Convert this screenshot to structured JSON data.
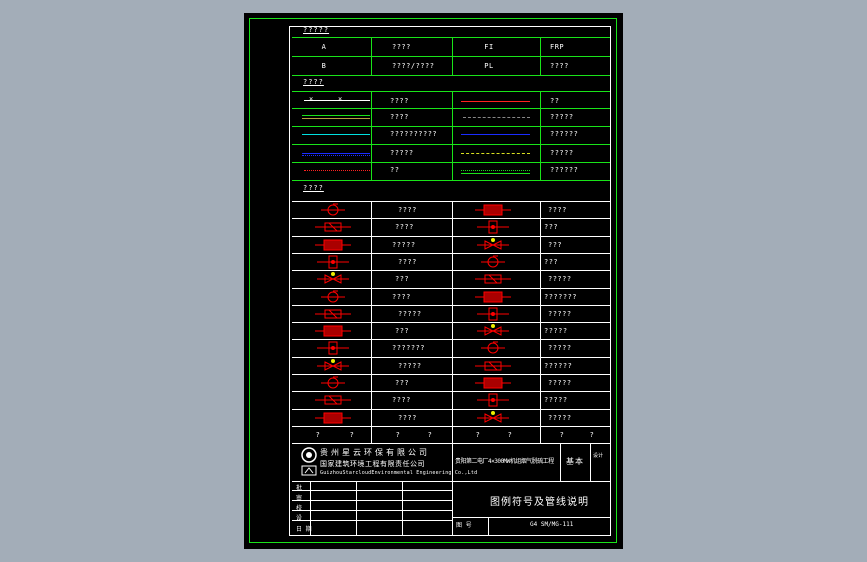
{
  "section_titles": {
    "abbr": "?????",
    "pipes": "????",
    "symbols": "????"
  },
  "abbr_rows": [
    {
      "c1": "A",
      "c2": "????",
      "c3": "FI",
      "c4": "FRP"
    },
    {
      "c1": "B",
      "c2": "????/????",
      "c3": "PL",
      "c4": "????"
    }
  ],
  "pipe_rows": [
    {
      "left": "????",
      "right": "??"
    },
    {
      "left": "????",
      "right": "?????"
    },
    {
      "left": "??????????",
      "right": "??????"
    },
    {
      "left": "?????",
      "right": "?????"
    },
    {
      "left": "??",
      "right": "??????"
    }
  ],
  "symbol_rows": [
    {
      "left": "????",
      "right": "????"
    },
    {
      "left": "????",
      "right": "???"
    },
    {
      "left": "?????",
      "right": "???"
    },
    {
      "left": "????",
      "right": "???"
    },
    {
      "left": "???",
      "right": "?????"
    },
    {
      "left": "????",
      "right": "???????"
    },
    {
      "left": "?????",
      "right": "?????"
    },
    {
      "left": "???",
      "right": "?????"
    },
    {
      "left": "???????",
      "right": "?????"
    },
    {
      "left": "?????",
      "right": "??????"
    },
    {
      "left": "???",
      "right": "?????"
    },
    {
      "left": "????",
      "right": "?????"
    },
    {
      "left": "????",
      "right": "?????"
    }
  ],
  "last_row": [
    "?",
    "?",
    "?",
    "?",
    "?",
    "?",
    "?",
    "?"
  ],
  "title_block": {
    "company_cn": "贵州星云环保有限公司",
    "company_cn2": "国家建筑环境工程有限责任公司",
    "company_en": "GuizhouStarcloudEnvironmental Engineering Co.,Ltd",
    "project": "贵阳第二电厂4×300MW机组烟气脱硫工程",
    "stage_label": "基本",
    "stage_small": "设计",
    "drawing_title": "图例符号及管线说明",
    "drawing_no": "G4 SM/MG-111",
    "row_labels": [
      "批",
      "审",
      "校",
      "设"
    ],
    "bottom_left": "日 期",
    "bottom_mid": "图 号"
  },
  "colors": {
    "frame": "#19e319",
    "symbol": "#ff0000",
    "line": "#ffffff",
    "sheet": "#000000",
    "background": "#a3adb8"
  },
  "pipe_styles": [
    {
      "left": "cross-line-white",
      "right": "solid-red"
    },
    {
      "left": "double-green",
      "right": "dashed-gray"
    },
    {
      "left": "cyan",
      "right": "blue"
    },
    {
      "left": "blue-double",
      "right": "yellow-dashdot"
    },
    {
      "left": "red-dotted-cross",
      "right": "green-double-dotted"
    }
  ]
}
